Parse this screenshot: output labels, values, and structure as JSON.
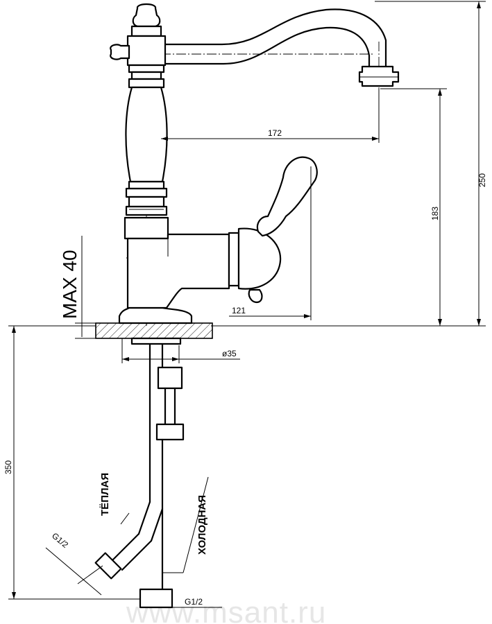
{
  "dimensions": {
    "spout_reach": "172",
    "total_height": "250",
    "spout_height": "183",
    "body_length": "121",
    "base_diameter": "ø35",
    "hose_length": "350",
    "thread_hot": "G1/2",
    "thread_cold": "G1/2",
    "max_counter": "MAX 40"
  },
  "labels": {
    "hot": "ТЁПЛАЯ",
    "cold": "ХОЛОДНАЯ"
  },
  "watermark": "www.msant.ru"
}
